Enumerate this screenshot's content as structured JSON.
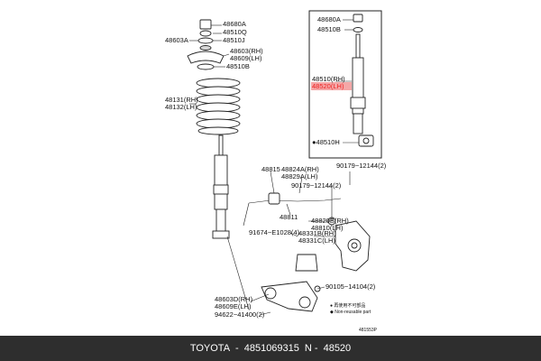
{
  "labels": {
    "l48680a": "48680A",
    "l48510q": "48510Q",
    "l48603a": "48603A",
    "l48510j": "48510J",
    "l48603rh": "48603(RH)",
    "l48609lh": "48609(LH)",
    "l48510b": "48510B",
    "l48131rh": "48131(RH)",
    "l48132lh": "48132(LH)",
    "l48815": "48815",
    "l48824a": "48824A(RH)",
    "l48829a": "48829A(LH)",
    "l90179_a": "90179−12144(2)",
    "l90179_b": "90179−12144(2)",
    "l48811": "48811",
    "l48820b": "48820B(RH)",
    "l48810": "48810(LH)",
    "l91674": "91674−E1028(4)",
    "l48331b": "48331B(RH)",
    "l48331c": "48331C(LH)",
    "l90105": "90105−14104(2)",
    "l48603d": "48603D(RH)",
    "l48609e": "48609E(LH)",
    "l94622": "94622−41400(2)",
    "inset_48680a": "48680A",
    "inset_48510b": "48510B",
    "inset_48510rh": "48510(RH)",
    "inset_48520lh": "48520(LH)",
    "inset_48510h": "●48510H",
    "legend_1": "● 再使用不可部品",
    "legend_2": "◆ Non-reusable part",
    "figure_code": "481553P"
  },
  "footer": {
    "brand": "TOYOTA",
    "sep1": "-",
    "part_number": "4851069315",
    "sep2": "N -",
    "part_code": "48520"
  }
}
